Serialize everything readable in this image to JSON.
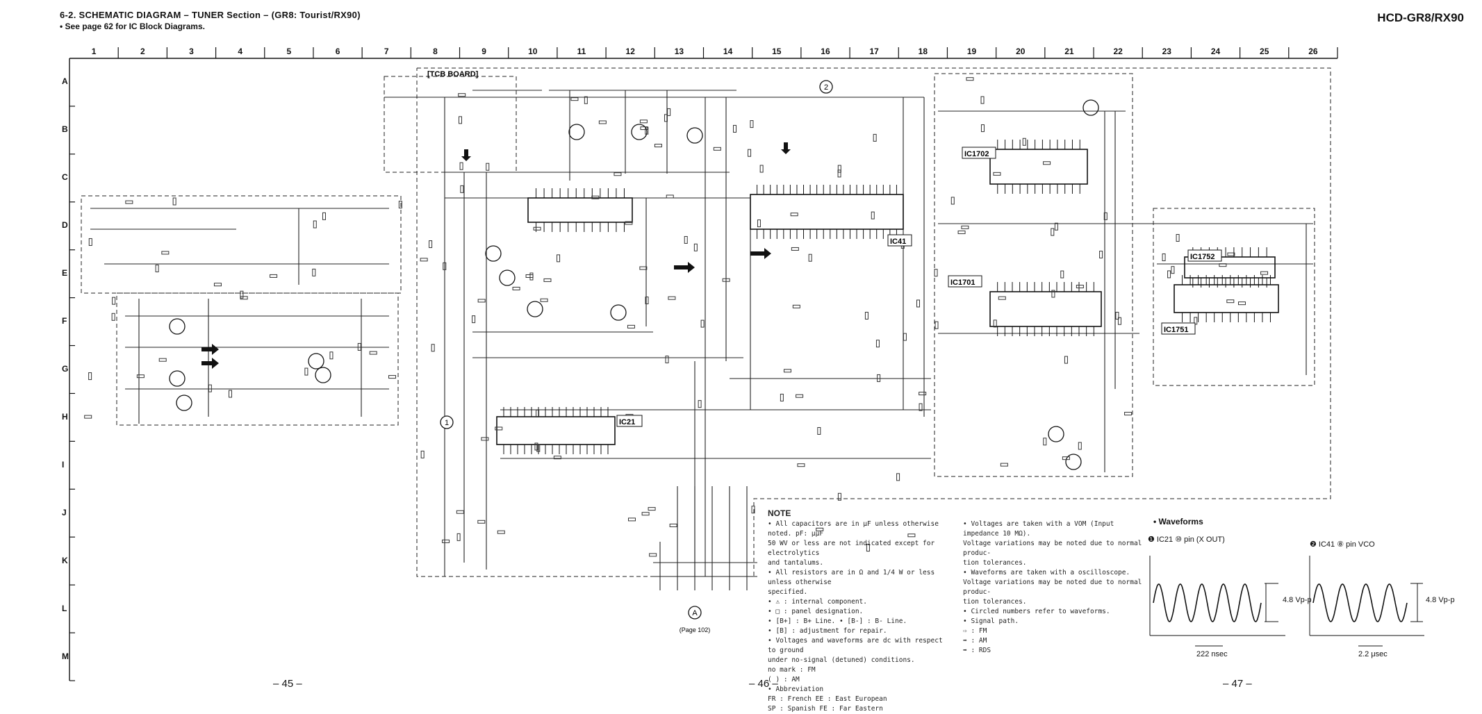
{
  "header": {
    "title": "6-2.  SCHEMATIC DIAGRAM  – TUNER Section – (GR8: Tourist/RX90)",
    "note": "• See page 62 for IC Block Diagrams.",
    "model": "HCD-GR8/RX90"
  },
  "grid": {
    "columns": [
      "1",
      "2",
      "3",
      "4",
      "5",
      "6",
      "7",
      "8",
      "9",
      "10",
      "11",
      "12",
      "13",
      "14",
      "15",
      "16",
      "17",
      "18",
      "19",
      "20",
      "21",
      "22",
      "23",
      "24",
      "25",
      "26"
    ],
    "rows": [
      "A",
      "B",
      "C",
      "D",
      "E",
      "F",
      "G",
      "H",
      "I",
      "J",
      "K",
      "L",
      "M"
    ]
  },
  "labels": {
    "board": "[TCB BOARD]",
    "ic21": "IC21",
    "ic41": "IC41",
    "ic1702": "IC1702",
    "ic1701": "IC1701",
    "ic1752": "IC1752",
    "ic1751": "IC1751",
    "ref1": "1",
    "ref2": "2",
    "refA": "A",
    "refA_page": "(Page 102)"
  },
  "notes": {
    "heading": "NOTE",
    "lines": [
      "• All capacitors are in μF unless otherwise noted. pF: μμF",
      "  50 WV or less are not indicated except for electrolytics",
      "  and tantalums.",
      "• All resistors are in Ω and 1/4 W or less unless otherwise",
      "  specified.",
      "• ⚠ : internal component.",
      "• □ : panel designation.",
      "• [B+] : B+ Line.   • [B-] : B- Line.",
      "• [B] : adjustment for repair.",
      "• Voltages and waveforms are dc with respect to ground",
      "  under no-signal (detuned) conditions.",
      "  no mark : FM",
      "  ( ) : AM",
      "• Abbreviation",
      "  FR : French    EE : East European",
      "  SP : Spanish   FE : Far Eastern"
    ],
    "lines2": [
      "• Voltages are taken with a VOM (Input impedance 10 MΩ).",
      "  Voltage variations may be noted due to normal produc-",
      "  tion tolerances.",
      "• Waveforms are taken with a oscilloscope.",
      "  Voltage variations may be noted due to normal produc-",
      "  tion tolerances.",
      "• Circled numbers refer to waveforms.",
      "• Signal path.",
      "  ⇨ : FM",
      "  ➡ : AM",
      "  ➡ : RDS"
    ]
  },
  "waveforms": {
    "heading": "• Waveforms",
    "wf1": {
      "label": "❶ IC21 ⑩ pin (X OUT)",
      "amplitude": "4.8 Vp-p",
      "period": "222 nsec"
    },
    "wf2": {
      "label": "❷ IC41 ⑧ pin VCO",
      "amplitude": "4.8 Vp-p",
      "period": "2.2 μsec"
    }
  },
  "pages": [
    "– 45 –",
    "– 46 –",
    "– 47 –"
  ]
}
